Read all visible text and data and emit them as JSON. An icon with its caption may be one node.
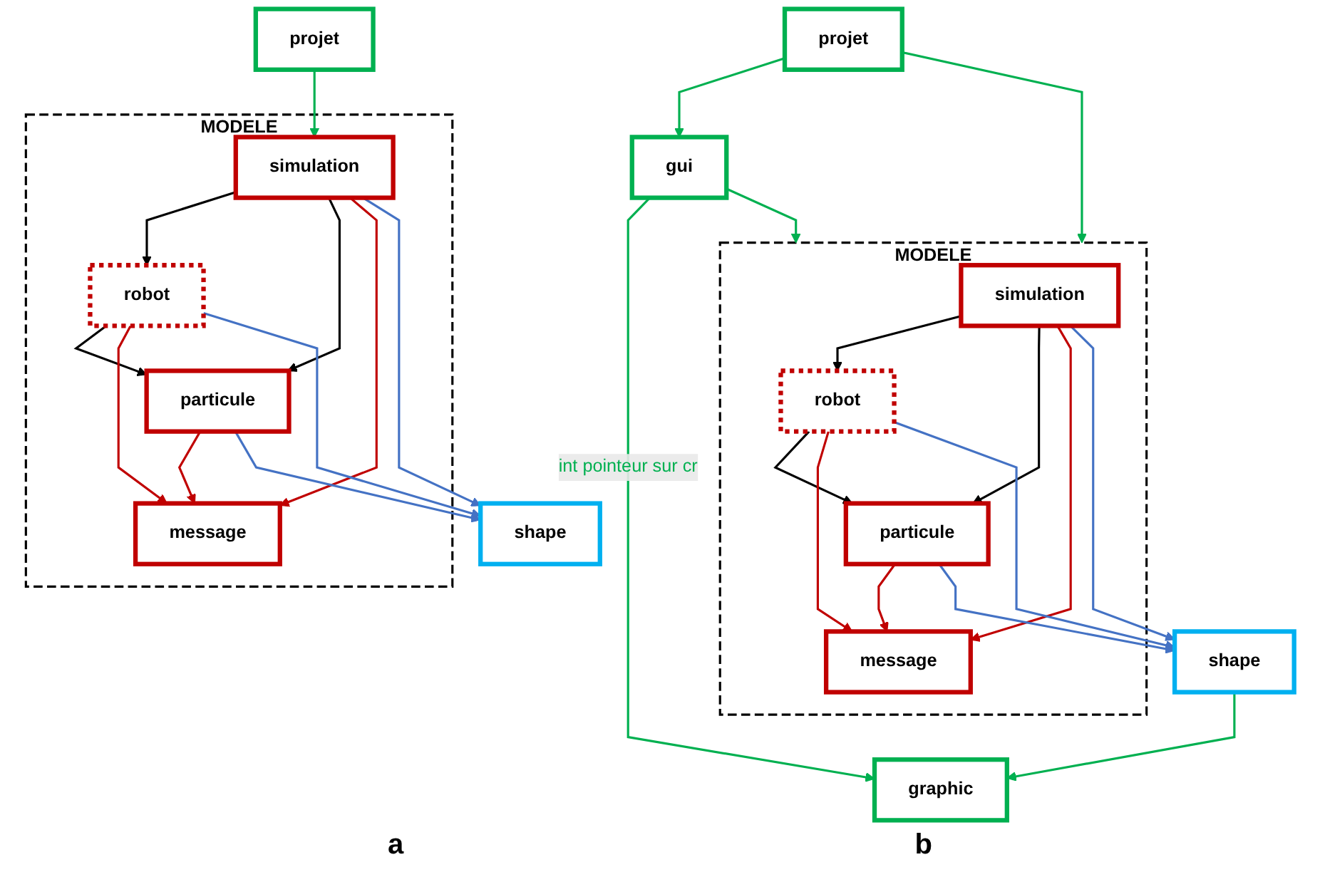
{
  "diagram": {
    "nodes": [
      {
        "text": [
          "projet"
        ]
      },
      {
        "text": [
          "MODELE"
        ]
      },
      {
        "text": [
          "simulation"
        ],
        "in": 1
      },
      {
        "text": [
          "robot"
        ],
        "in": 1
      },
      {
        "text": [
          "particule"
        ],
        "in": 1
      },
      {
        "text": [
          "message"
        ],
        "in": 1
      },
      {
        "text": [
          "shape"
        ]
      },
      {
        "text": [
          "projet"
        ]
      },
      {
        "text": [
          "gui"
        ]
      },
      {
        "text": [
          "MODELE"
        ]
      },
      {
        "text": [
          "simulation"
        ],
        "in": 9
      },
      {
        "text": [
          "robot"
        ],
        "in": 9
      },
      {
        "text": [
          "particule"
        ],
        "in": 9
      },
      {
        "text": [
          "message"
        ],
        "in": 9
      },
      {
        "text": [
          "shape"
        ]
      },
      {
        "text": [
          "graphic"
        ]
      }
    ],
    "edges": [
      {
        "from": 0,
        "to": 2,
        "arrow": "to",
        "color": "#00b050"
      },
      {
        "from": 2,
        "to": 3,
        "arrow": "to",
        "color": "#000000"
      },
      {
        "from": 2,
        "to": 4,
        "arrow": "to",
        "color": "#000000"
      },
      {
        "from": 3,
        "to": 4,
        "arrow": "to",
        "color": "#000000"
      },
      {
        "from": 2,
        "to": 5,
        "arrow": "to",
        "color": "#c00000"
      },
      {
        "from": 3,
        "to": 5,
        "arrow": "to",
        "color": "#c00000"
      },
      {
        "from": 4,
        "to": 5,
        "arrow": "to",
        "color": "#c00000"
      },
      {
        "from": 4,
        "to": 6,
        "arrow": "to",
        "color": "#4472c4"
      },
      {
        "from": 3,
        "to": 6,
        "arrow": "to",
        "color": "#4472c4"
      },
      {
        "from": 2,
        "to": 6,
        "arrow": "to",
        "color": "#4472c4"
      },
      {
        "from": 7,
        "to": 8,
        "arrow": "to",
        "color": "#00b050"
      },
      {
        "from": 7,
        "to": 9,
        "arrow": "to",
        "color": "#00b050"
      },
      {
        "from": 8,
        "to": 9,
        "arrow": "to",
        "color": "#00b050"
      },
      {
        "from": 8,
        "to": 15,
        "arrow": "to",
        "label": "int pointeur sur cr",
        "color": "#00b050"
      },
      {
        "from": 10,
        "to": 11,
        "arrow": "to",
        "color": "#000000"
      },
      {
        "from": 10,
        "to": 12,
        "arrow": "to",
        "color": "#000000"
      },
      {
        "from": 11,
        "to": 12,
        "arrow": "to",
        "color": "#000000"
      },
      {
        "from": 10,
        "to": 13,
        "arrow": "to",
        "color": "#c00000"
      },
      {
        "from": 11,
        "to": 13,
        "arrow": "to",
        "color": "#c00000"
      },
      {
        "from": 12,
        "to": 13,
        "arrow": "to",
        "color": "#c00000"
      },
      {
        "from": 12,
        "to": 14,
        "arrow": "to",
        "color": "#4472c4"
      },
      {
        "from": 11,
        "to": 14,
        "arrow": "to",
        "color": "#4472c4"
      },
      {
        "from": 10,
        "to": 14,
        "arrow": "to",
        "color": "#4472c4"
      },
      {
        "from": 14,
        "to": 15,
        "arrow": "to",
        "color": "#00b050"
      }
    ],
    "labels": [
      "a",
      "b"
    ]
  }
}
